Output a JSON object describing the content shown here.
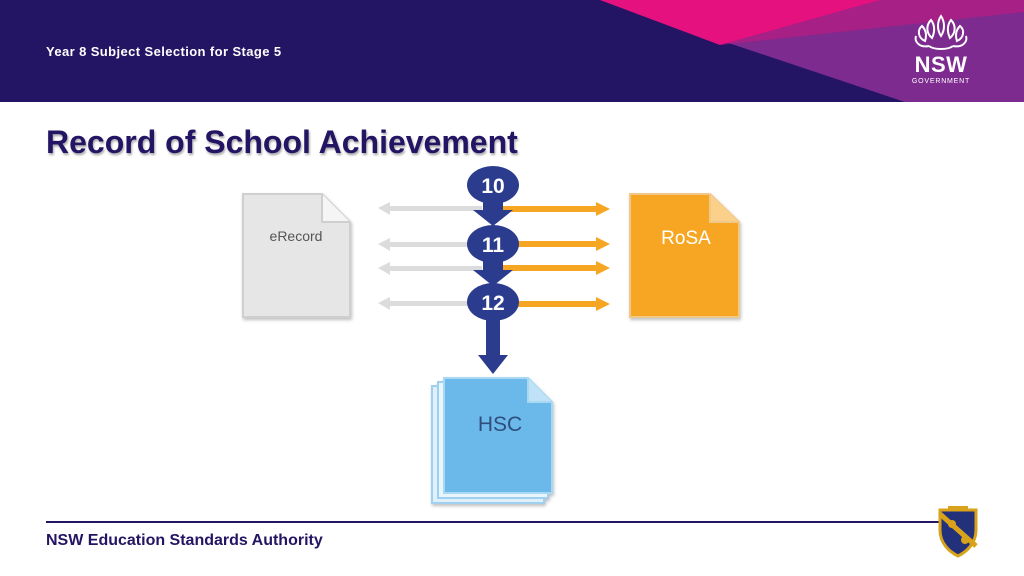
{
  "header": {
    "title": "Year 8 Subject Selection for Stage 5",
    "logo_word": "NSW",
    "logo_sub": "GOVERNMENT"
  },
  "slide": {
    "title": "Record of School Achievement"
  },
  "diagram": {
    "documents": {
      "left": "eRecord",
      "right": "RoSA",
      "bottom": "HSC"
    },
    "years": [
      "10",
      "11",
      "12"
    ]
  },
  "footer": {
    "text": "NSW Education Standards Authority"
  },
  "colors": {
    "navy": "#231464",
    "pink": "#e8117f",
    "purple": "#8a2c8e",
    "orange": "#f6a623",
    "blue": "#6ab9ea",
    "grey_doc": "#e6e6e6",
    "year_circle": "#2b3c8e"
  }
}
